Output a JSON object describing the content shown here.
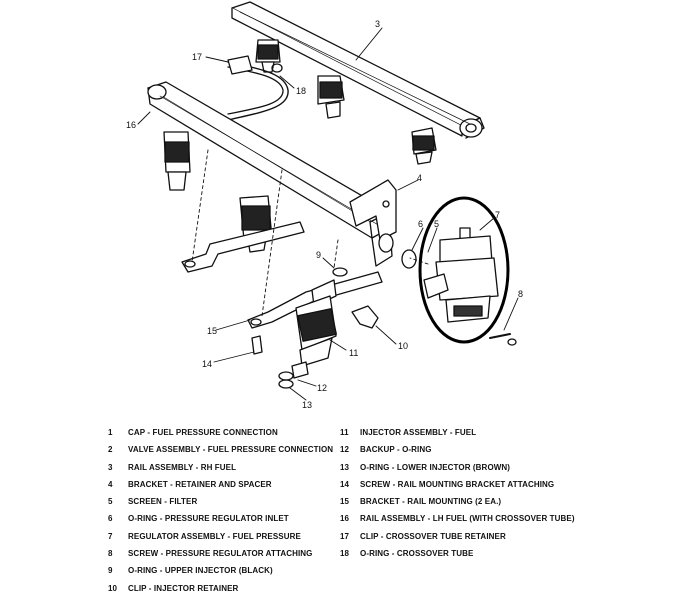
{
  "diagram": {
    "callouts": [
      "3",
      "17",
      "18",
      "16",
      "4",
      "5",
      "6",
      "7",
      "8",
      "9",
      "15",
      "11",
      "10",
      "14",
      "12",
      "13"
    ],
    "highlight_color": "#000000"
  },
  "legend": {
    "left": [
      {
        "num": "1",
        "text": "CAP - FUEL PRESSURE CONNECTION"
      },
      {
        "num": "2",
        "text": "VALVE ASSEMBLY - FUEL PRESSURE CONNECTION"
      },
      {
        "num": "3",
        "text": "RAIL ASSEMBLY - RH FUEL"
      },
      {
        "num": "4",
        "text": "BRACKET - RETAINER AND SPACER"
      },
      {
        "num": "5",
        "text": "SCREEN - FILTER"
      },
      {
        "num": "6",
        "text": "O-RING - PRESSURE REGULATOR INLET"
      },
      {
        "num": "7",
        "text": "REGULATOR ASSEMBLY - FUEL PRESSURE"
      },
      {
        "num": "8",
        "text": "SCREW - PRESSURE REGULATOR ATTACHING"
      },
      {
        "num": "9",
        "text": "O-RING - UPPER INJECTOR (BLACK)"
      },
      {
        "num": "10",
        "text": "CLIP - INJECTOR RETAINER"
      }
    ],
    "right": [
      {
        "num": "11",
        "text": "INJECTOR ASSEMBLY - FUEL"
      },
      {
        "num": "12",
        "text": "BACKUP - O-RING"
      },
      {
        "num": "13",
        "text": "O-RING - LOWER INJECTOR (BROWN)"
      },
      {
        "num": "14",
        "text": "SCREW - RAIL MOUNTING BRACKET ATTACHING"
      },
      {
        "num": "15",
        "text": "BRACKET - RAIL MOUNTING (2 EA.)"
      },
      {
        "num": "16",
        "text": "RAIL ASSEMBLY - LH FUEL (WITH CROSSOVER TUBE)"
      },
      {
        "num": "17",
        "text": "CLIP - CROSSOVER TUBE RETAINER"
      },
      {
        "num": "18",
        "text": "O-RING - CROSSOVER TUBE"
      }
    ]
  }
}
